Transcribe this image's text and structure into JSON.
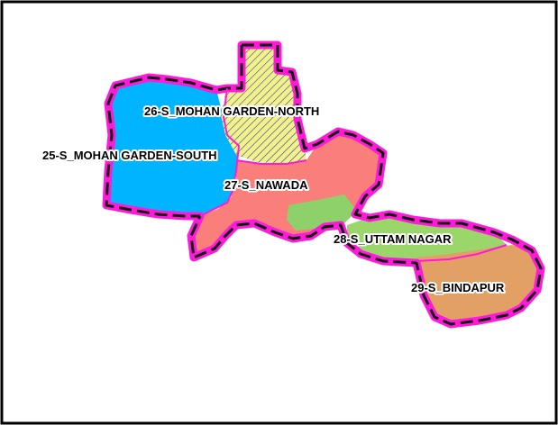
{
  "map": {
    "title": "",
    "colors": {
      "frame_border": "#000000",
      "boundary_highlight": "#ff1ad9",
      "boundary_dash": "#111111",
      "ward_25": "#00b4ff",
      "ward_26": "#f2f28a",
      "ward_26_hatch": "#3a3aaa",
      "ward_27": "#fa7f7a",
      "ward_27_green": "#8ed06a",
      "ward_28": "#9ad66a",
      "ward_29": "#e3a065"
    },
    "wards": [
      {
        "id": "ward-25",
        "label": "25-S_MOHAN GARDEN-SOUTH"
      },
      {
        "id": "ward-26",
        "label": "26-S_MOHAN GARDEN-NORTH"
      },
      {
        "id": "ward-27",
        "label": "27-S_NAWADA"
      },
      {
        "id": "ward-28",
        "label": "28-S_UTTAM NAGAR"
      },
      {
        "id": "ward-29",
        "label": "29-S_BINDAPUR"
      }
    ]
  }
}
